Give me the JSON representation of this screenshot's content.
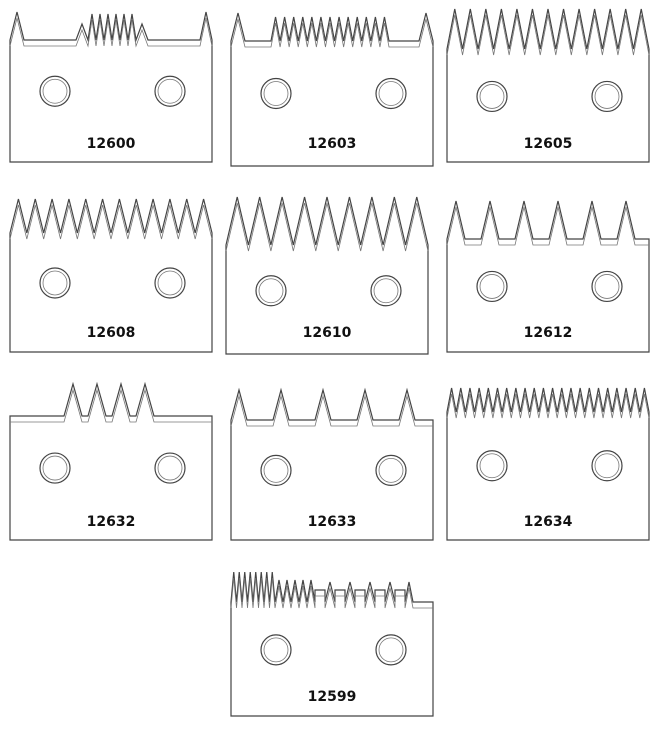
{
  "blades": [
    {
      "id": "12600",
      "label": "12600",
      "tooth_pattern": "flat-sides-center-cluster"
    },
    {
      "id": "12603",
      "label": "12603",
      "tooth_pattern": "flat-sides-fine-center"
    },
    {
      "id": "12605",
      "label": "12605",
      "tooth_pattern": "full-pointed"
    },
    {
      "id": "12608",
      "label": "12608",
      "tooth_pattern": "full-pointed-fine"
    },
    {
      "id": "12610",
      "label": "12610",
      "tooth_pattern": "full-pointed-coarse"
    },
    {
      "id": "12612",
      "label": "12612",
      "tooth_pattern": "spaced-flat-gaps"
    },
    {
      "id": "12632",
      "label": "12632",
      "tooth_pattern": "four-center-teeth"
    },
    {
      "id": "12633",
      "label": "12633",
      "tooth_pattern": "spaced-wide-gaps"
    },
    {
      "id": "12634",
      "label": "12634",
      "tooth_pattern": "full-fine-serrated"
    },
    {
      "id": "12599",
      "label": "12599",
      "tooth_pattern": "mixed-fine-to-castellated"
    }
  ],
  "colors": {
    "outline": "#444444",
    "bevel": "#777777",
    "label": "#111111"
  }
}
